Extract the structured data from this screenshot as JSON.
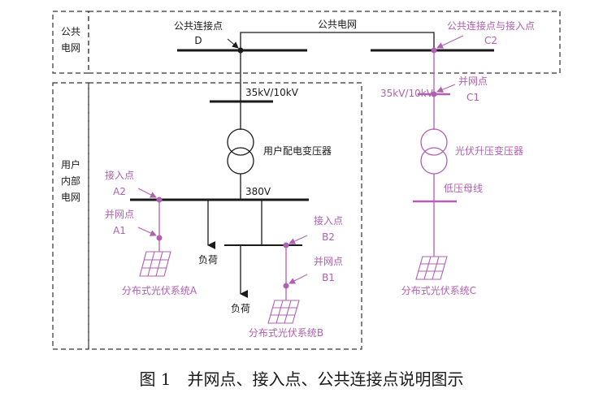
{
  "colors": {
    "ink": "#1a1a1a",
    "accent": "#b060b0",
    "accent_dark": "#8a3d8a"
  },
  "regions": {
    "public_grid": "公共\n电网",
    "user_internal": "用户\n内部\n电网"
  },
  "labels": {
    "public_grid_line": "公共电网",
    "pcc": "公共连接点",
    "pcc_id": "D",
    "pcc_c2": "公共连接点与接入点",
    "c2_id": "C2",
    "voltage_left": "35kV/10kV",
    "voltage_right": "35kV/10kV",
    "grid_conn_c1": "并网点",
    "c1_id": "C1",
    "user_transformer": "用户配电变压器",
    "pv_transformer": "光伏升压变压器",
    "low_bus": "低压母线",
    "bus_380": "380V",
    "access_a2": "接入点",
    "a2_id": "A2",
    "grid_conn_a1": "并网点",
    "a1_id": "A1",
    "access_b2": "接入点",
    "b2_id": "B2",
    "grid_conn_b1": "并网点",
    "b1_id": "B1",
    "load_1": "负荷",
    "load_2": "负荷",
    "pv_system_a": "分布式光伏系统A",
    "pv_system_b": "分布式光伏系统B",
    "pv_system_c": "分布式光伏系统C"
  },
  "caption": "图 1　并网点、接入点、公共连接点说明图示"
}
